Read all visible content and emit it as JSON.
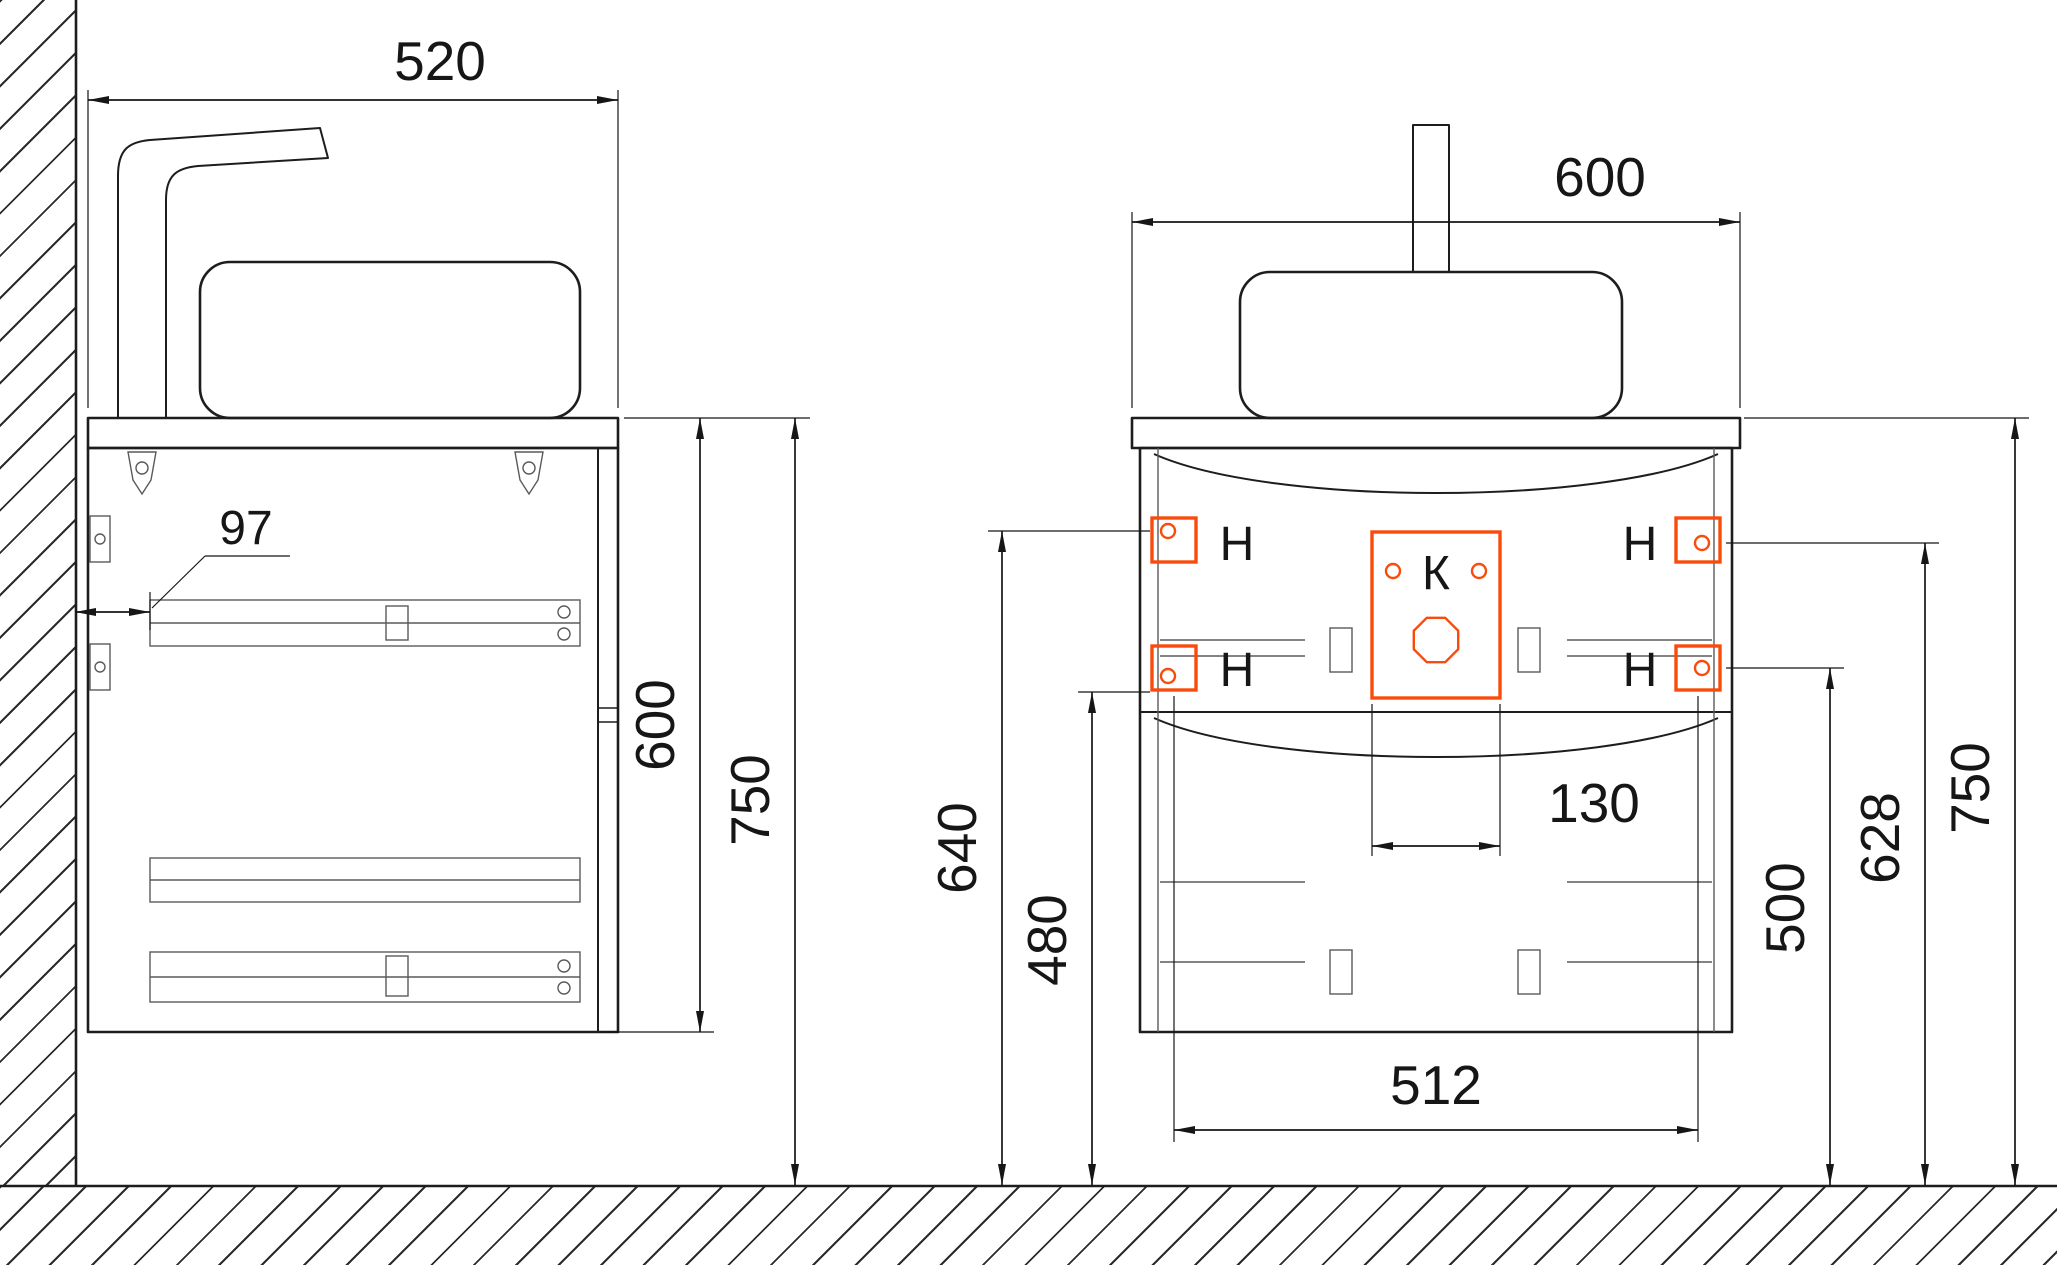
{
  "drawing": {
    "subject": "wall-hung vanity cabinet installation dimensions, side and front views",
    "line_color": "#1d1d1d",
    "highlight_color": "#f94c0c",
    "labels": {
      "bracket": "Н",
      "drain_template": "К"
    },
    "side_view": {
      "counter_width": "520",
      "wall_offset": "97",
      "cabinet_height": "600",
      "counter_height_from_floor": "750"
    },
    "front_view": {
      "counter_width": "600",
      "drain_template_width": "130",
      "bracket_spacing": "512",
      "left_top_bracket_height": "640",
      "left_bottom_bracket_height": "480",
      "right_bottom_bracket_height": "500",
      "right_top_bracket_height": "628",
      "counter_height_from_floor": "750"
    }
  }
}
